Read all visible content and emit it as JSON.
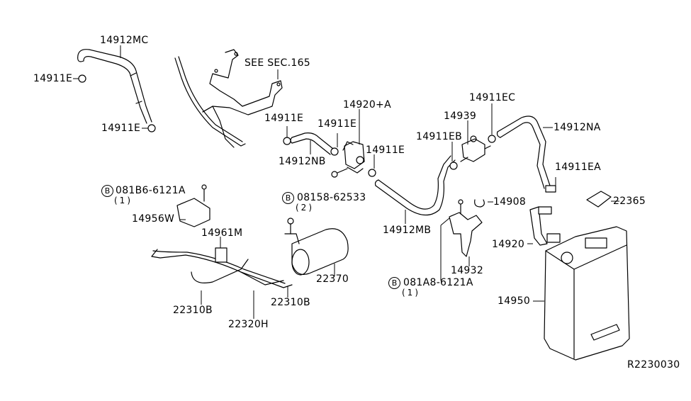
{
  "diagram": {
    "reference_code": "R2230030",
    "section_note": "SEE SEC.165",
    "bolt_symbol": "B",
    "labels": {
      "p14912MC": "14912MC",
      "p14911E_a": "14911E",
      "p14911E_b": "14911E",
      "p14911E_c": "14911E",
      "p14911E_d": "14911E",
      "p14911E_e": "14911E",
      "p14912NB": "14912NB",
      "p14920A": "14920+A",
      "p14939": "14939",
      "p14911EC": "14911EC",
      "p14911EB": "14911EB",
      "p14912NA": "14912NA",
      "p14911EA": "14911EA",
      "p22365": "22365",
      "p14908": "14908",
      "p14912MB": "14912MB",
      "p14920": "14920",
      "p14932": "14932",
      "p14950": "14950",
      "p14956W": "14956W",
      "p14961M": "14961M",
      "p22370": "22370",
      "p22310B_a": "22310B",
      "p22310B_b": "22310B",
      "p22320H": "22320H"
    },
    "bolts": {
      "b1": {
        "part": "081B6-6121A",
        "qty": "(1)"
      },
      "b2": {
        "part": "08158-62533",
        "qty": "(2)"
      },
      "b3": {
        "part": "081A8-6121A",
        "qty": "(1)"
      }
    }
  }
}
